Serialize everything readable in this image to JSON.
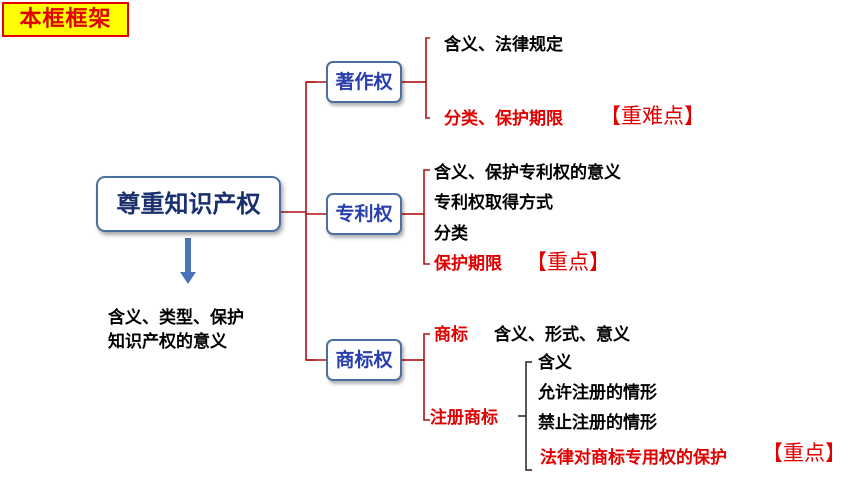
{
  "title": "本框框架",
  "root": {
    "label": "尊重知识产权",
    "meaning_line1": "含义、类型、保护",
    "meaning_line2": "知识产权的意义"
  },
  "branches": [
    {
      "label": "著作权",
      "items": [
        {
          "text": "含义、法律规定"
        },
        {
          "text": "分类、保护期限",
          "tag": "【重难点】"
        }
      ]
    },
    {
      "label": "专利权",
      "items": [
        {
          "text": "含义、保护专利权的意义"
        },
        {
          "text": "专利权取得方式"
        },
        {
          "text": "分类"
        },
        {
          "text": "保护期限",
          "tag": "【重点】"
        }
      ]
    },
    {
      "label": "商标权",
      "sub": [
        {
          "label": "商标",
          "detail": "含义、形式、意义"
        },
        {
          "label": "注册商标",
          "items": [
            {
              "text": "含义"
            },
            {
              "text": "允许注册的情形"
            },
            {
              "text": "禁止注册的情形"
            },
            {
              "text": "法律对商标专用权的保护",
              "tag": "【重点】"
            }
          ]
        }
      ]
    }
  ],
  "colors": {
    "accent_red": "#e00000",
    "box_border": "#4a6fa0",
    "box_text": "#2a3fae",
    "title_bg": "#ffff00"
  }
}
